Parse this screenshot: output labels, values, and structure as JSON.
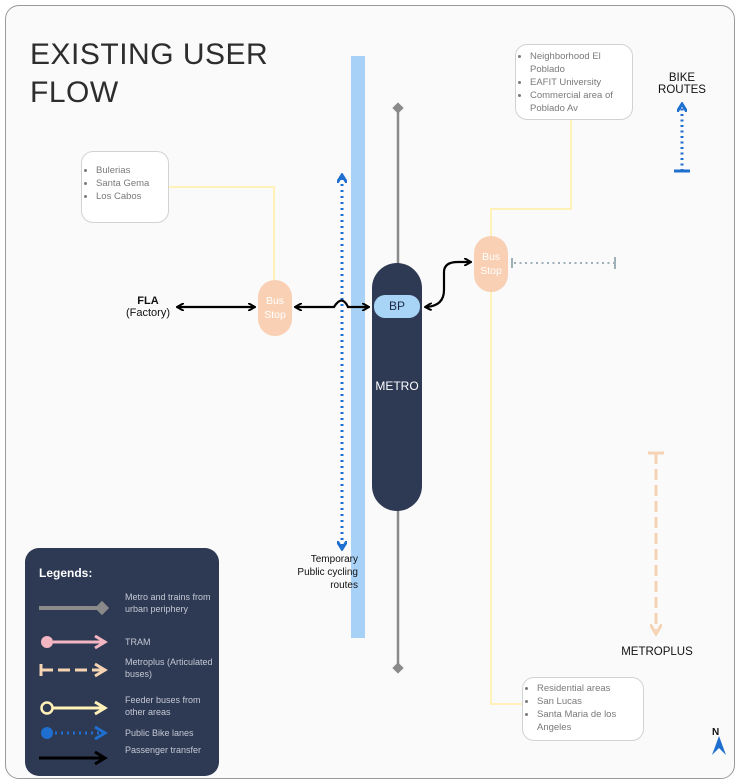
{
  "title": {
    "line1": "EXISTING USER",
    "line2": "FLOW"
  },
  "left_box": {
    "items": [
      "Bulerias",
      "Santa Gema",
      "Los Cabos"
    ]
  },
  "top_right_box": {
    "items": [
      "Neighborhood El Poblado",
      "EAFIT University",
      "Commercial area of Poblado Av"
    ]
  },
  "bottom_right_box": {
    "items": [
      "Residential areas",
      "San Lucas",
      "Santa Maria de los Angeles"
    ]
  },
  "fla": {
    "name": "FLA",
    "sub": "(Factory)"
  },
  "bus_stop_left": {
    "line1": "Bus",
    "line2": "Stop"
  },
  "bus_stop_right": {
    "line1": "Bus",
    "line2": "Stop"
  },
  "bp_label": "BP",
  "metro_label": "METRO",
  "bike_routes": {
    "line1": "BIKE",
    "line2": "ROUTES"
  },
  "metroplus_label": "METROPLUS",
  "cycling_note": {
    "line1": "Temporary",
    "line2": "Public cycling",
    "line3": "routes"
  },
  "north_label": "N",
  "legend": {
    "title": "Legends:",
    "items": [
      {
        "label": "Metro and trains from urban periphery",
        "icon": "metro-line-icon",
        "color": "#8a8a8a"
      },
      {
        "label": "TRAM",
        "icon": "tram-line-icon",
        "color": "#f4b6c2"
      },
      {
        "label": "Metroplus (Articulated buses)",
        "icon": "metroplus-line-icon",
        "color": "#f5d3b3"
      },
      {
        "label": "Feeder buses from other areas",
        "icon": "feeder-line-icon",
        "color": "#fff1b8"
      },
      {
        "label": "Public Bike lanes",
        "icon": "bike-lane-icon",
        "color": "#1e6fd0"
      },
      {
        "label": "Passenger transfer",
        "icon": "transfer-arrow-icon",
        "color": "#000000"
      }
    ]
  },
  "colors": {
    "metro_body": "#2e3953",
    "bp": "#a8d4f5",
    "bus_stop": "#f9d0b3",
    "cycling_bar": "#a8d1f7",
    "bike_blue": "#1e6fd0",
    "metroplus": "#f5d3b3",
    "feeder": "#fff1b8"
  }
}
